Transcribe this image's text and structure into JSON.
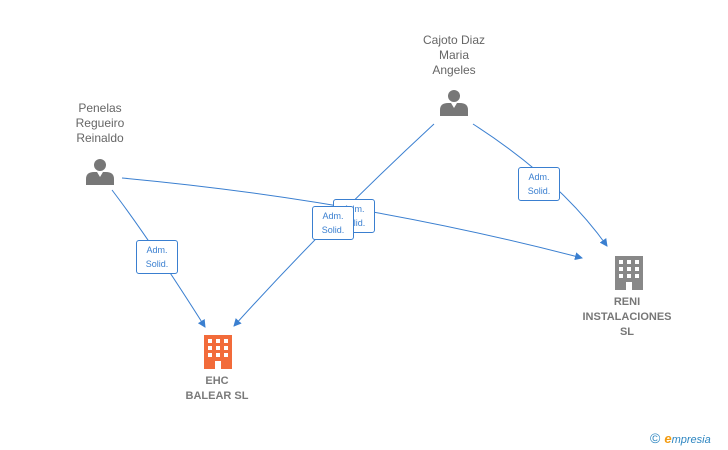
{
  "people": [
    {
      "id": "p1",
      "name": "Penelas\nRegueiro\nReinaldo",
      "icon": "person-icon"
    },
    {
      "id": "p2",
      "name": "Cajoto Diaz\nMaria\nAngeles",
      "icon": "person-icon"
    }
  ],
  "companies": [
    {
      "id": "c1",
      "name": "EHC\nBALEAR  SL",
      "icon": "building-icon",
      "color": "#f26b3a"
    },
    {
      "id": "c2",
      "name": "RENI\nINSTALACIONES\nSL",
      "icon": "building-icon",
      "color": "#888888"
    }
  ],
  "relations": [
    {
      "from": "p1",
      "to": "c1",
      "line1": "Adm.",
      "line2": "Solid."
    },
    {
      "from": "p1",
      "to": "c2",
      "line1": "Adm.",
      "line2": "Solid."
    },
    {
      "from": "p2",
      "to": "c1",
      "line1": "Adm.",
      "line2": "Solid."
    },
    {
      "from": "p2",
      "to": "c2",
      "line1": "Adm.",
      "line2": "Solid."
    }
  ],
  "colors": {
    "edge": "#3a7fd0",
    "person": "#777777"
  },
  "brand": {
    "copyright": "©",
    "initial": "e",
    "name": "mpresia"
  }
}
